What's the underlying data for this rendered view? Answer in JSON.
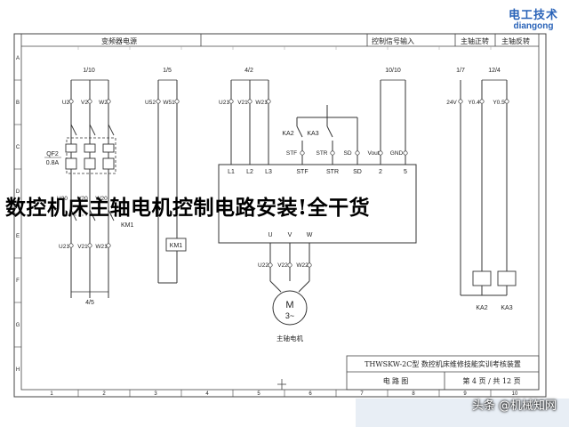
{
  "brand": {
    "cn": "电工技术",
    "en": "diangong"
  },
  "headline": "数控机床主轴电机控制电路安装!全干货",
  "watermark": "头条 @机械知网",
  "header": {
    "inverter_power": "变频器电源",
    "control_input": "控制信号输入",
    "fwd": "主轴正转",
    "rev": "主轴反转"
  },
  "refs": [
    "1/10",
    "1/5",
    "4/2",
    "10/10",
    "1/7",
    "12/4",
    "4/5"
  ],
  "terminals": {
    "supply": [
      "U2",
      "V2",
      "W2"
    ],
    "us": [
      "U52",
      "W51"
    ],
    "inv_in_w": [
      "U21",
      "V21",
      "W21"
    ],
    "ctrl": [
      "STF",
      "STR",
      "SD"
    ],
    "analog": [
      "Vout",
      "GND"
    ],
    "relay_src": [
      "24V",
      "Y0.4",
      "Y0.5"
    ],
    "after_qf": [
      "U20",
      "V20",
      "W20"
    ],
    "after_km": [
      "U21",
      "V21",
      "W21"
    ],
    "motor_w": [
      "U22",
      "V22",
      "W22"
    ]
  },
  "inverter": {
    "inputs": [
      "L1",
      "L2",
      "L3"
    ],
    "ctrl": [
      "STF",
      "STR",
      "SD"
    ],
    "analog": [
      "2",
      "5"
    ],
    "outputs": [
      "U",
      "V",
      "W"
    ]
  },
  "components": {
    "qf": "QF2",
    "qf_rating": "0.8A",
    "km": "KM1",
    "ka2": "KA2",
    "ka3": "KA3",
    "motor_letter": "M",
    "motor_phase": "3~",
    "motor_label": "主轴电机"
  },
  "title_block": {
    "model": "THWSKW-2C型 数控机床维修技能实训考核装置",
    "drawing": "电 路 图",
    "page": "第 4 页 / 共 12 页"
  },
  "columns": [
    "1",
    "2",
    "3",
    "4",
    "5",
    "6",
    "7",
    "8",
    "9",
    "10"
  ],
  "rows": [
    "A",
    "B",
    "C",
    "D",
    "E",
    "F",
    "G",
    "H"
  ]
}
